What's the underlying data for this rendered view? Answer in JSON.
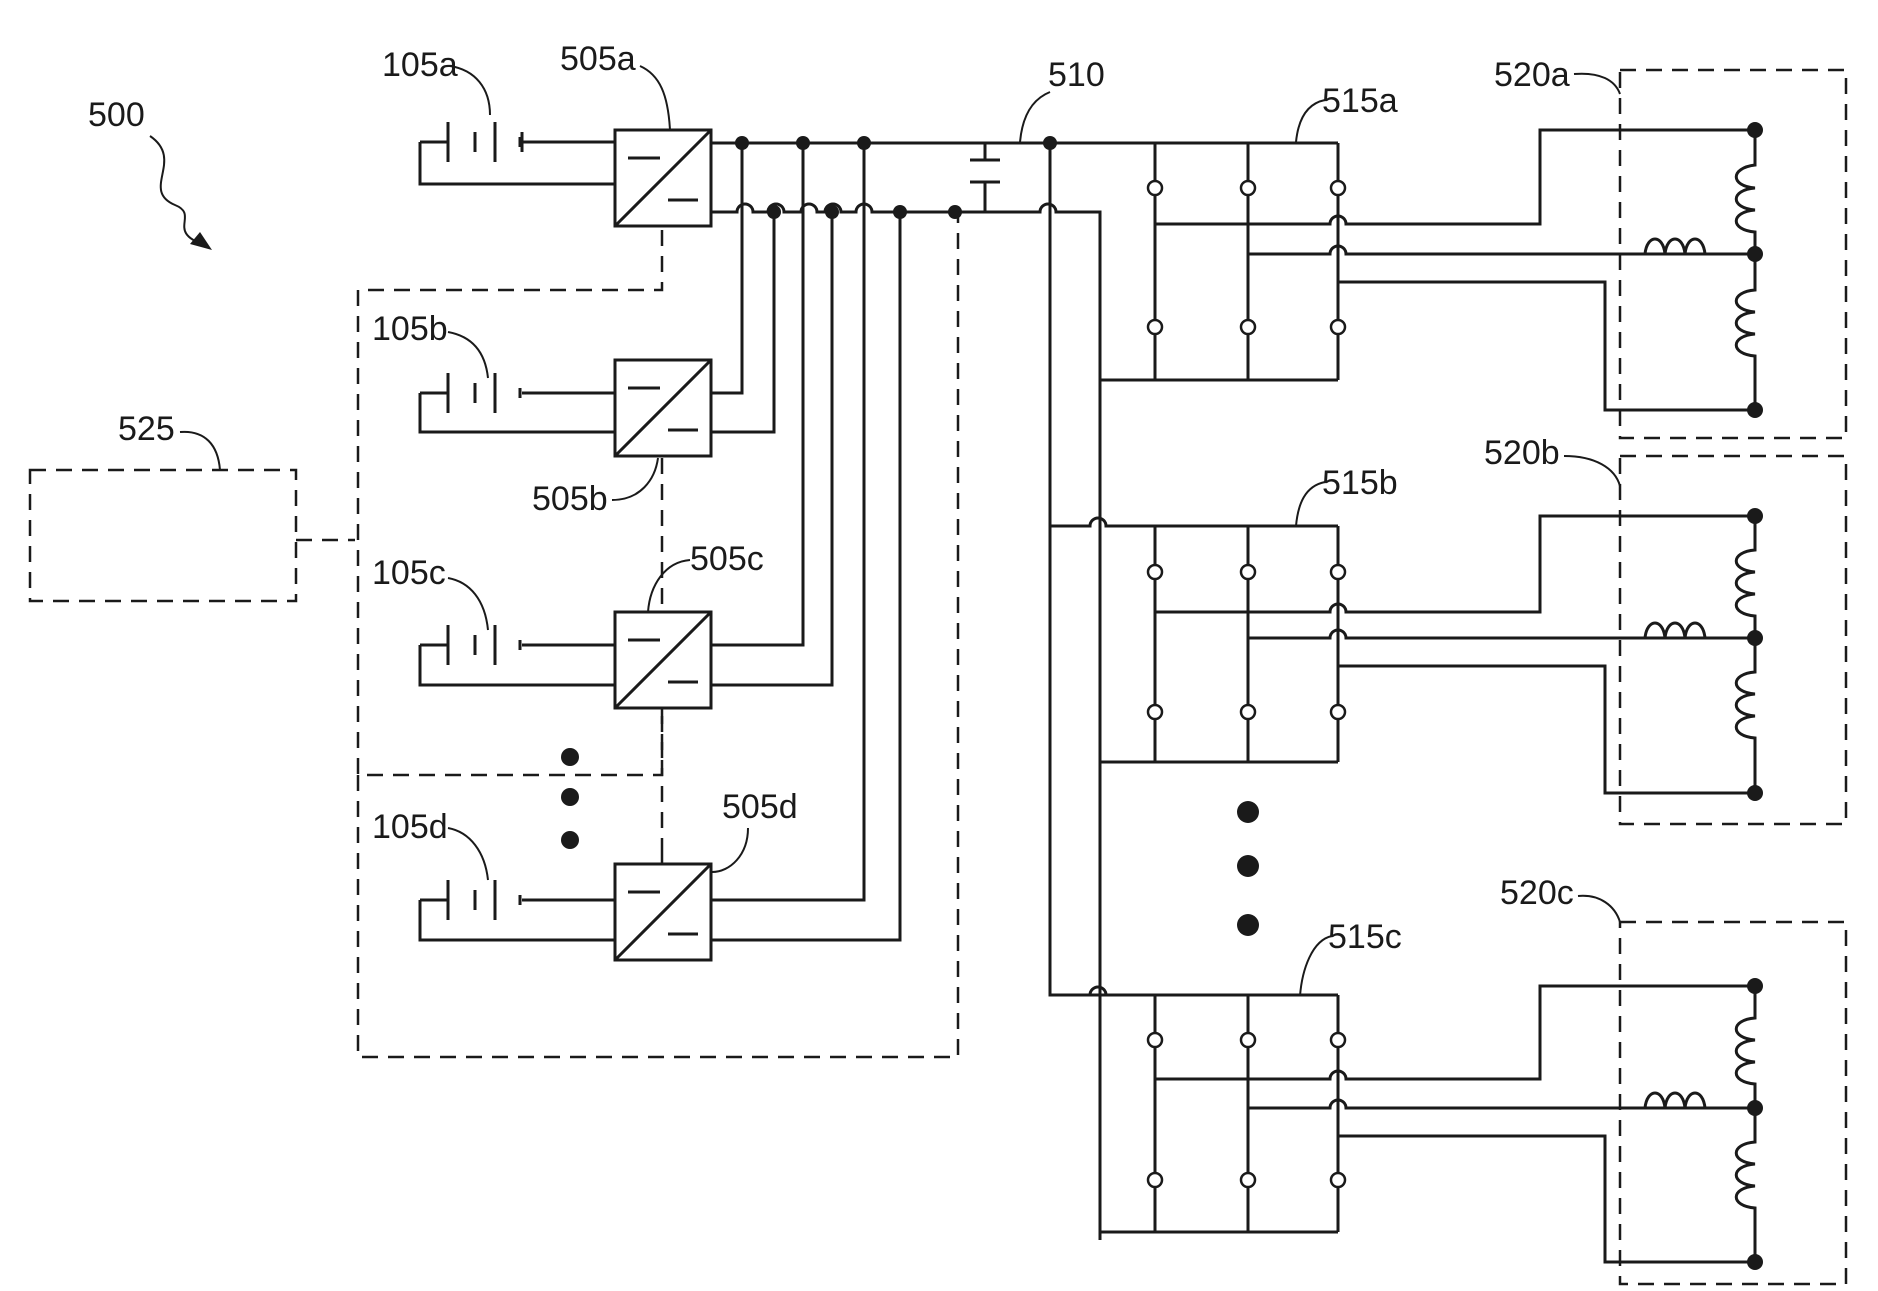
{
  "labels": {
    "system": "500",
    "controller": "525",
    "bus": "510",
    "battery_a": "105a",
    "battery_b": "105b",
    "battery_c": "105c",
    "battery_d": "105d",
    "converter_a": "505a",
    "converter_b": "505b",
    "converter_c": "505c",
    "converter_d": "505d",
    "inverter_a": "515a",
    "inverter_b": "515b",
    "inverter_c": "515c",
    "motor_a": "520a",
    "motor_b": "520b",
    "motor_c": "520c"
  }
}
